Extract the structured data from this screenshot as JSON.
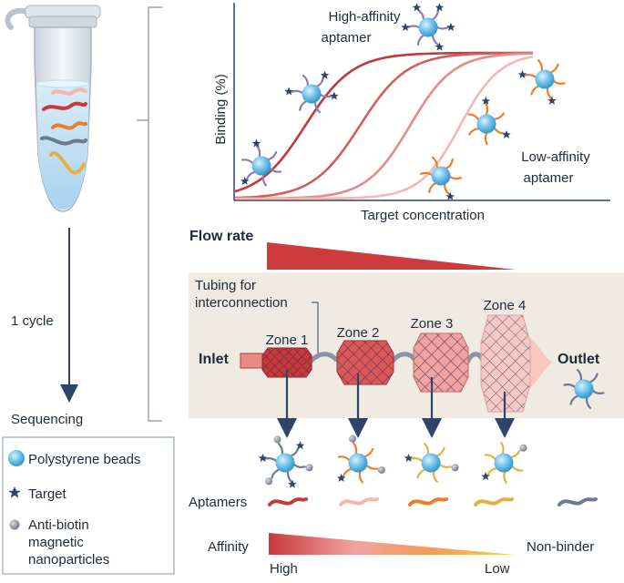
{
  "tube": {
    "cycle_label": "1 cycle",
    "sequencing_label": "Sequencing"
  },
  "chart_data": {
    "type": "line",
    "xlabel": "Target concentration",
    "ylabel": "Binding (%)",
    "annotations": [
      "High-affinity aptamer",
      "Low-affinity aptamer"
    ],
    "series_colors": [
      "#c0393b",
      "#d45d5c",
      "#e58a86",
      "#f1b9b2"
    ]
  },
  "annotations": {
    "high_affinity_line1": "High-affinity",
    "high_affinity_line2": "aptamer",
    "low_affinity_line1": "Low-affinity",
    "low_affinity_line2": "aptamer"
  },
  "flow": {
    "flow_rate_label": "Flow rate",
    "tubing_line1": "Tubing for",
    "tubing_line2": "interconnection",
    "inlet_label": "Inlet",
    "outlet_label": "Outlet",
    "zones": [
      "Zone 1",
      "Zone 2",
      "Zone 3",
      "Zone 4"
    ]
  },
  "legend": {
    "beads": "Polystyrene beads",
    "target": "Target",
    "np_line1": "Anti-biotin",
    "np_line2": "magnetic",
    "np_line3": "nanoparticles"
  },
  "aptamers": {
    "label": "Aptamers",
    "colors": [
      "#c8393b",
      "#f4b6b0",
      "#ee7c2a",
      "#e3b23c",
      "#6c7a8e"
    ]
  },
  "affinity": {
    "label": "Affinity",
    "high": "High",
    "low": "Low",
    "non_binder": "Non-binder"
  },
  "colors": {
    "navy": "#2e4468",
    "bead": "#5cb8e6",
    "panel": "#efeae2",
    "dark_red": "#c0393b"
  }
}
